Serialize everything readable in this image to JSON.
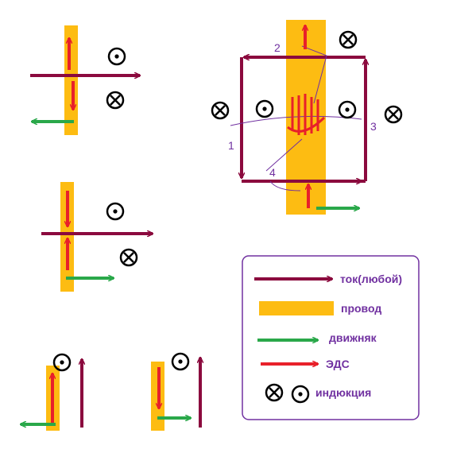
{
  "colors": {
    "current": "#8b0a3e",
    "wire": "#fdbc12",
    "motion": "#2aa84a",
    "emf": "#e8202a",
    "text": "#7030a0",
    "legend_border": "#7030a0"
  },
  "loop_labels": {
    "n1": "1",
    "n2": "2",
    "n3": "3",
    "n4": "4"
  },
  "legend": {
    "current": "ток(любой)",
    "wire": "провод",
    "motion": "движняк",
    "emf": "ЭДС",
    "induction": "индюкция"
  },
  "icons": [
    "field-out-icon",
    "field-in-icon"
  ]
}
